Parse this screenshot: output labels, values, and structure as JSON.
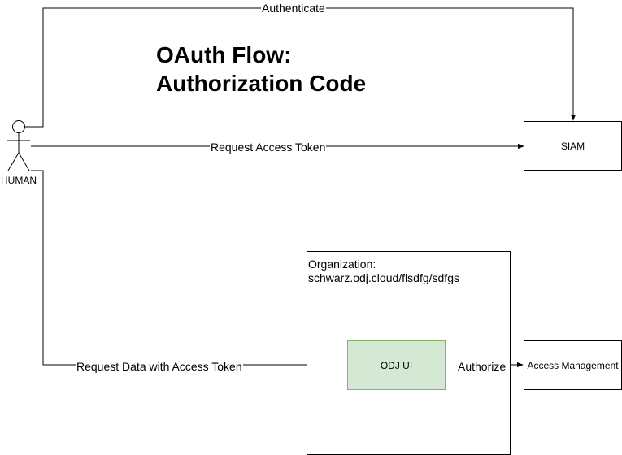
{
  "title": {
    "line1": "OAuth Flow:",
    "line2": "Authorization Code"
  },
  "actor": {
    "label": "HUMAN"
  },
  "nodes": {
    "siam": "SIAM",
    "organization": {
      "line1": "Organization:",
      "line2": "schwarz.odj.cloud/flsdfg/sdfgs"
    },
    "odj_ui": "ODJ UI",
    "access_management": "Access Management"
  },
  "edges": {
    "authenticate": "Authenticate",
    "request_access_token": "Request Access Token",
    "request_data": "Request Data with Access Token",
    "authorize": "Authorize"
  },
  "colors": {
    "odj_ui_fill": "#d5e8d4",
    "odj_ui_stroke": "#82b366",
    "line": "#000000"
  }
}
